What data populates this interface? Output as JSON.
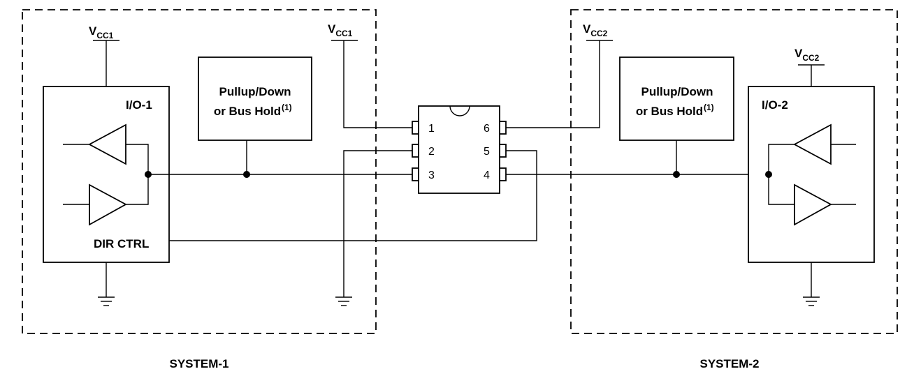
{
  "vcc1": {
    "main": "V",
    "sub": "CC1"
  },
  "vcc2": {
    "main": "V",
    "sub": "CC2"
  },
  "pullup": {
    "line1": "Pullup/Down",
    "line2": "or Bus Hold",
    "note": "(1)"
  },
  "io1": {
    "label": "I/O-1",
    "dir": "DIR CTRL"
  },
  "io2": {
    "label": "I/O-2"
  },
  "chip": {
    "pins": [
      "1",
      "2",
      "3",
      "4",
      "5",
      "6"
    ]
  },
  "systems": [
    "SYSTEM-1",
    "SYSTEM-2"
  ]
}
